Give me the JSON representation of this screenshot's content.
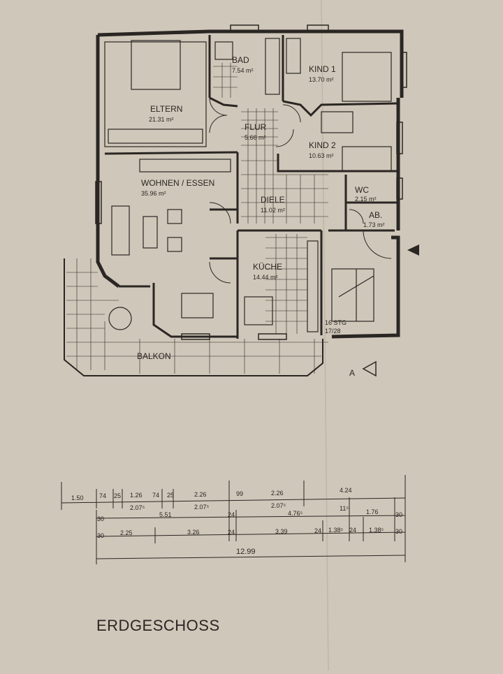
{
  "plan": {
    "rooms": [
      {
        "id": "eltern",
        "name": "ELTERN",
        "area": "21.31 m²"
      },
      {
        "id": "bad",
        "name": "BAD",
        "area": "7.54 m²"
      },
      {
        "id": "kind1",
        "name": "KIND 1",
        "area": "13.70 m²"
      },
      {
        "id": "flur",
        "name": "FLUR",
        "area": "5.66 m²"
      },
      {
        "id": "kind2",
        "name": "KIND 2",
        "area": "10.63 m²"
      },
      {
        "id": "wohnen",
        "name": "WOHNEN / ESSEN",
        "area": "35.96 m²"
      },
      {
        "id": "wc",
        "name": "WC",
        "area": "2.15 m²"
      },
      {
        "id": "diele",
        "name": "DIELE",
        "area": "11.02 m²"
      },
      {
        "id": "ab",
        "name": "AB.",
        "area": "1.73 m²"
      },
      {
        "id": "kueche",
        "name": "KÜCHE",
        "area": "14.44 m²"
      },
      {
        "id": "balkon",
        "name": "BALKON",
        "area": ""
      }
    ],
    "stair_note_1": "16 STG",
    "stair_note_2": "17/28",
    "section_marker": "A",
    "floor_title": "ERDGESCHOSS"
  },
  "dimensions": {
    "row1": [
      "1.50",
      "74",
      "25",
      "1.26",
      "74",
      "25",
      "2.26",
      "99",
      "2.26",
      "4.24"
    ],
    "row2": [
      "2.07⁵",
      "2.07⁵",
      "2.07⁵",
      "11⁵"
    ],
    "row3": [
      "30",
      "5.51",
      "24",
      "4.76⁵",
      "1.76",
      "30"
    ],
    "row4": [
      "30",
      "2.25",
      "3.26",
      "24",
      "3.39",
      "24",
      "1.38⁵",
      "24",
      "1.38⁵",
      "30"
    ],
    "total": "12.99"
  },
  "colors": {
    "paper": "#cfc7b9",
    "ink": "#2a2623",
    "wall": "#d8d1c4"
  }
}
